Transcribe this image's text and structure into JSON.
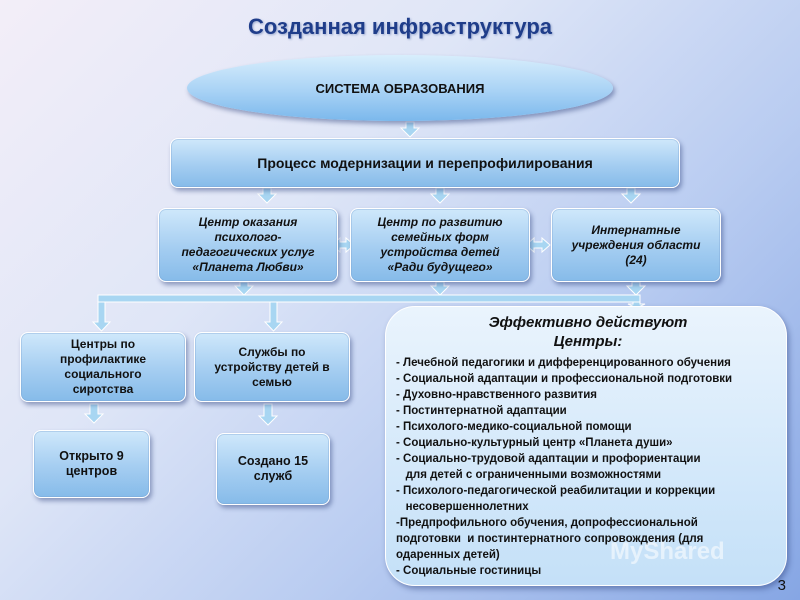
{
  "title": "Созданная инфраструктура",
  "system": "СИСТЕМА ОБРАЗОВАНИЯ",
  "process": "Процесс модернизации и перепрофилирования",
  "centers": [
    {
      "line1": "Центр оказания",
      "line2": "психолого-",
      "line3": "педагогических услуг",
      "line4": "«Планета Любви»"
    },
    {
      "line1": "Центр по развитию",
      "line2": "семейных форм",
      "line3": "устройства детей",
      "line4": "«Ради будущего»"
    },
    {
      "line1": "Интернатные",
      "line2": "учреждения области",
      "line3": "(24)"
    }
  ],
  "left_boxes": [
    {
      "line1": "Центры по",
      "line2": "профилактике",
      "line3": "социального",
      "line4": "сиротства"
    },
    {
      "line1": "Службы по",
      "line2": "устройству детей в",
      "line3": "семью"
    }
  ],
  "results": [
    {
      "line1": "Открыто 9",
      "line2": "центров"
    },
    {
      "line1": "Создано 15",
      "line2": "служб"
    }
  ],
  "effective": {
    "heading1": "Эффективно действуют",
    "heading2": "Центры:",
    "items": [
      "- Лечебной педагогики и дифференцированного обучения",
      "- Социальной адаптации и профессиональной подготовки",
      "- Духовно-нравственного развития",
      "- Постинтернатной адаптации",
      "- Психолого-медико-социальной помощи",
      "- Социально-культурный центр «Планета души»",
      "- Социально-трудовой адаптации и профориентации",
      "   для детей с ограниченными возможностями",
      "- Психолого-педагогической реабилитации и коррекции",
      "   несовершеннолетних",
      "-Предпрофильного обучения, допрофессиональной",
      "подготовки  и постинтернатного сопровождения (для",
      "одаренных детей)",
      "- Социальные гостиницы"
    ]
  },
  "watermark": "MyShared",
  "page_number": "3",
  "colors": {
    "title": "#1f3d8a",
    "box_top": "#cfe8fb",
    "box_bottom": "#86bbe9",
    "connector": "#9fd0ef"
  }
}
